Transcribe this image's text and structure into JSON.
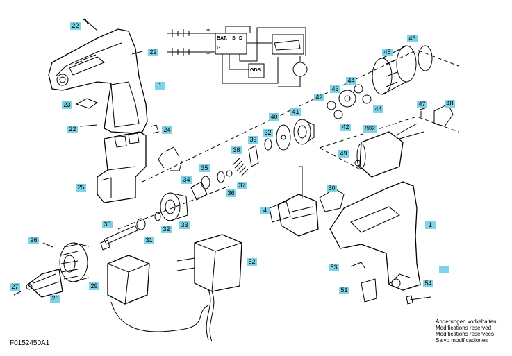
{
  "labels": {
    "l22a": "22",
    "l22b": "22",
    "l22c": "22",
    "l1a": "1",
    "l1b": "1",
    "l23": "23",
    "l24": "24",
    "l25": "25",
    "l34": "34",
    "l35": "35",
    "l36": "36",
    "l37": "37",
    "l38": "38",
    "l39": "39",
    "l32a": "32",
    "l32b": "32",
    "l40": "40",
    "l41": "41",
    "l42a": "42",
    "l42b": "42",
    "l43": "43",
    "l44a": "44",
    "l44b": "44",
    "l45": "45",
    "l46": "46",
    "l47": "47",
    "l48": "48",
    "l49": "49",
    "l802": "802",
    "l4": "4",
    "l50": "50",
    "l33": "33",
    "l30": "30",
    "l31": "31",
    "l26": "26",
    "l29": "29",
    "l27": "27",
    "l28": "28",
    "l52": "52",
    "l53": "53",
    "l51": "51",
    "l54": "54"
  },
  "schematic": {
    "plus": "+",
    "minus": "−",
    "bat": "BAT.",
    "s": "S",
    "d": "D",
    "g": "G",
    "gds": "GDS"
  },
  "notes": [
    "Änderungen vorbehalten",
    "Modifications reserved",
    "Modifications reservées",
    "Salvo modificaciones"
  ],
  "document_id": "F0152450A1",
  "colors": {
    "label_bg": "#7fd3e6",
    "swatch": "#7fd3e6",
    "line": "#000000"
  }
}
